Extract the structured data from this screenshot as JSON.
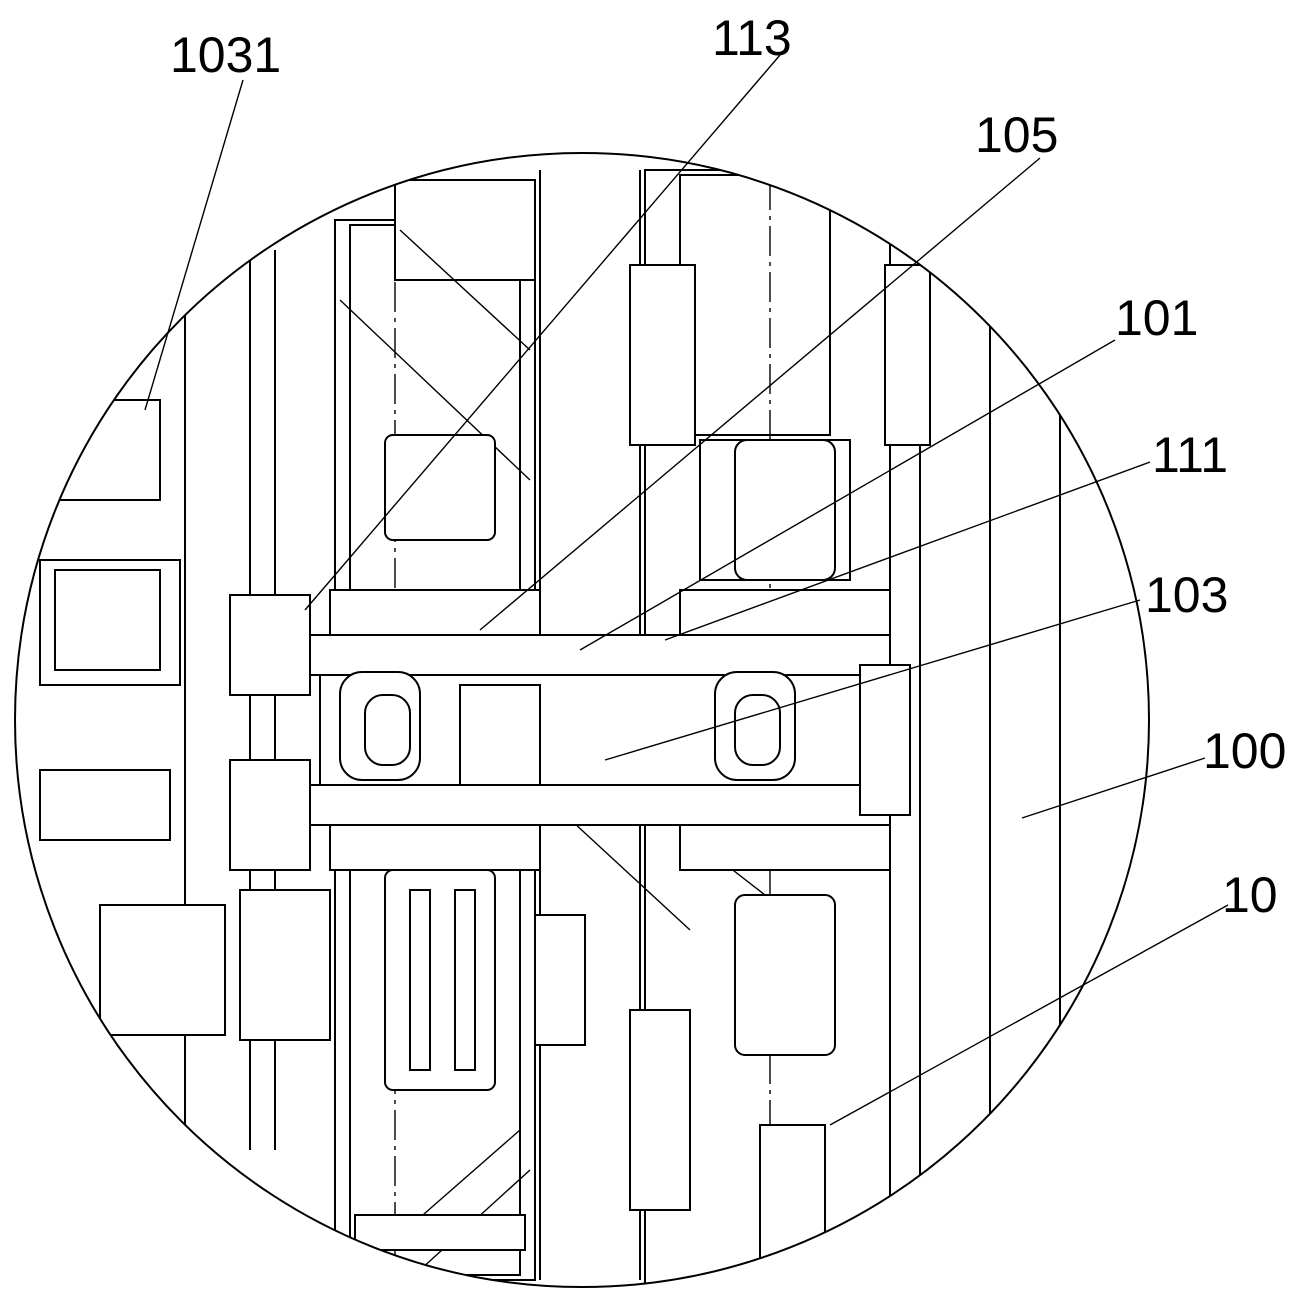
{
  "figure": {
    "type": "patent-detail-view",
    "labels": [
      {
        "id": "1031",
        "text": "1031"
      },
      {
        "id": "113",
        "text": "113"
      },
      {
        "id": "105",
        "text": "105"
      },
      {
        "id": "101",
        "text": "101"
      },
      {
        "id": "111",
        "text": "111"
      },
      {
        "id": "103",
        "text": "103"
      },
      {
        "id": "100",
        "text": "100"
      },
      {
        "id": "10",
        "text": "10"
      }
    ]
  }
}
